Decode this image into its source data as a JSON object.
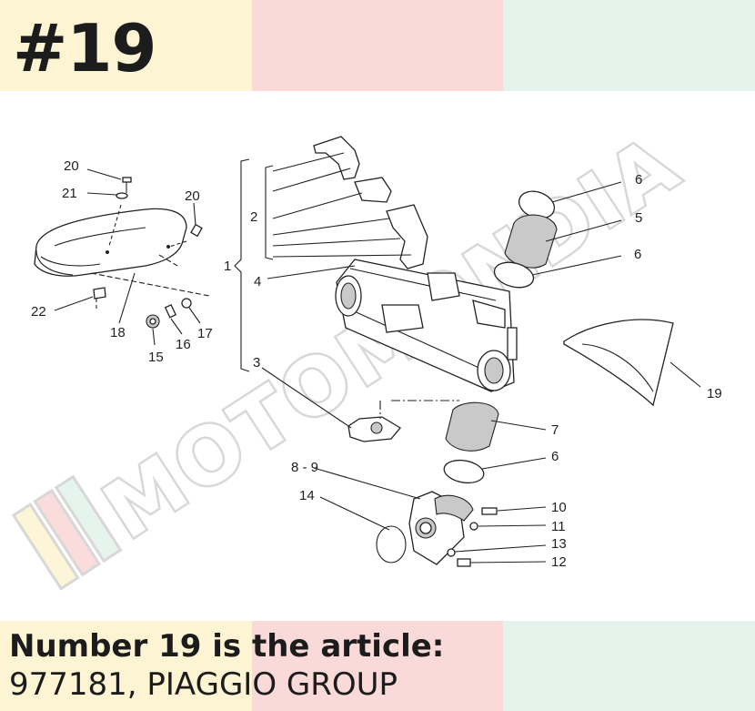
{
  "header": {
    "badge": "#19",
    "colors": [
      "#fdf4d3",
      "#fad9d9",
      "#e3f3ec"
    ]
  },
  "footer": {
    "line1": "Number 19 is the article:",
    "line2": "977181, PIAGGIO GROUP",
    "colors": [
      "#fdf4d3",
      "#fad9d9",
      "#e3f3ec"
    ]
  },
  "watermark": {
    "text": "MOTOMONDIA",
    "stripe_colors": [
      "#fdf4d3",
      "#fad9d9",
      "#e3f3ec"
    ]
  },
  "callouts": {
    "c1": "1",
    "c2": "2",
    "c3": "3",
    "c4": "4",
    "c5": "5",
    "c6a": "6",
    "c6b": "6",
    "c6c": "6",
    "c7": "7",
    "c89": "8 - 9",
    "c10": "10",
    "c11": "11",
    "c12": "12",
    "c13": "13",
    "c14": "14",
    "c15": "15",
    "c16": "16",
    "c17": "17",
    "c18": "18",
    "c19": "19",
    "c20a": "20",
    "c20b": "20",
    "c21": "21",
    "c22": "22"
  }
}
